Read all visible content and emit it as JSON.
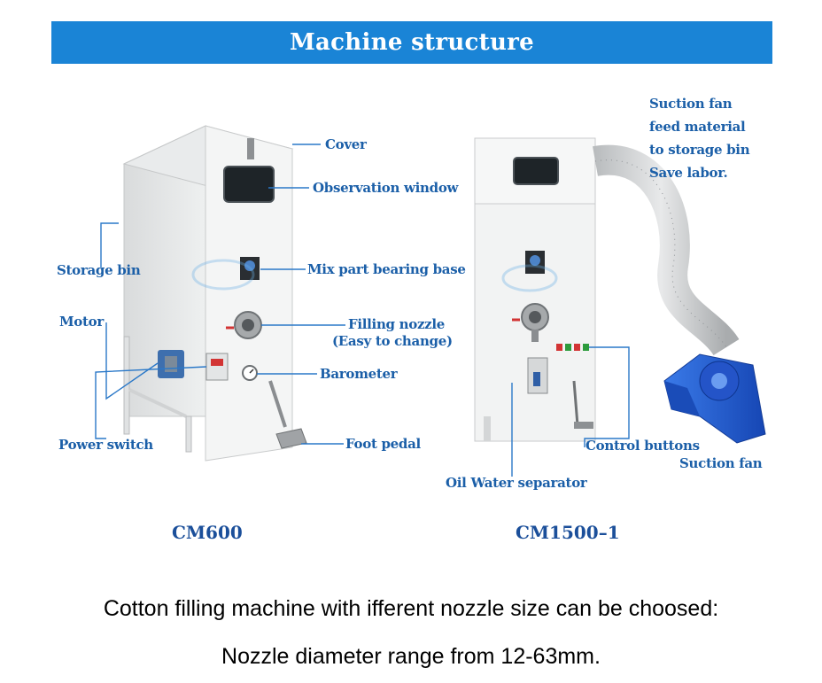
{
  "header": {
    "title": "Machine structure"
  },
  "machine_left": {
    "model": "CM600",
    "labels": {
      "cover": "Cover",
      "observation_window": "Observation window",
      "storage_bin": "Storage bin",
      "mix_part": "Mix part bearing base",
      "motor": "Motor",
      "filling_nozzle_1": "Filling nozzle",
      "filling_nozzle_2": "(Easy to change)",
      "barometer": "Barometer",
      "power_switch": "Power switch",
      "foot_pedal": "Foot pedal"
    }
  },
  "machine_right": {
    "model": "CM1500–1",
    "labels": {
      "suction_note": [
        "Suction fan",
        "feed material",
        "to storage bin",
        "Save labor."
      ],
      "control_buttons": "Control buttons",
      "suction_fan": "Suction fan",
      "oil_water": "Oil Water separator"
    }
  },
  "caption": {
    "line1": "Cotton filling machine with ifferent nozzle size can be choosed:",
    "line2": "Nozzle diameter range from 12-63mm."
  },
  "colors": {
    "banner": "#1a84d6",
    "label": "#1b5fa8",
    "leader_line": "#2a78c8",
    "fan": "#1f5fd6"
  }
}
